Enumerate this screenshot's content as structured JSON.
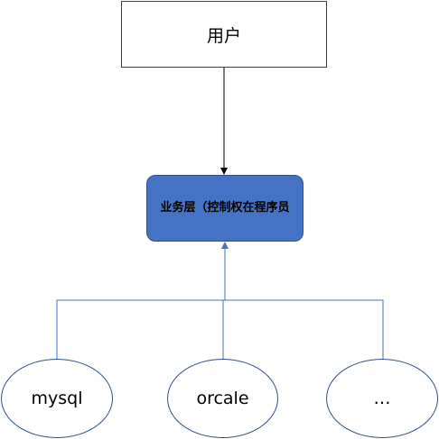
{
  "diagram": {
    "user_box": {
      "label": "用户"
    },
    "service_box": {
      "label": "业务层（控制权在程序员"
    },
    "databases": [
      {
        "label": "mysql"
      },
      {
        "label": "orcale"
      },
      {
        "label": "…"
      }
    ]
  },
  "colors": {
    "service_fill": "#4472c4",
    "service_border": "#2f528f",
    "connector_dark": "#000000",
    "connector_blue": "#4472c4",
    "user_border": "#404040"
  }
}
